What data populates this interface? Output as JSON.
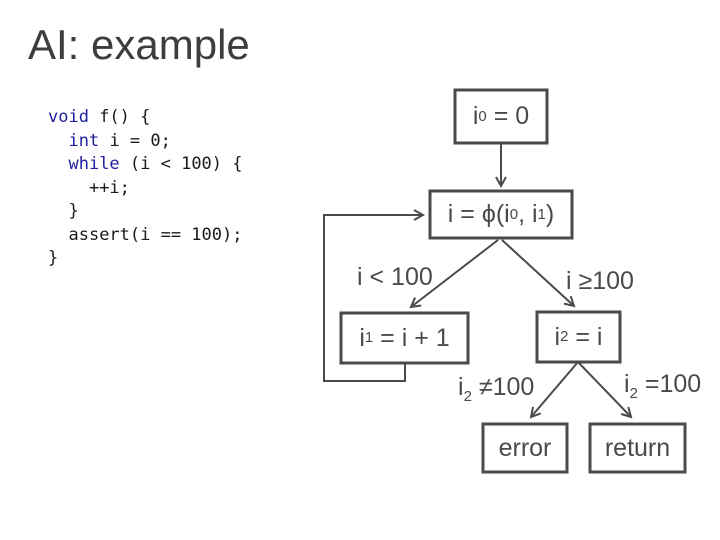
{
  "slide": {
    "title": "AI: example"
  },
  "colors": {
    "title": "#3d3d3d",
    "code_text": "#1a1a1a",
    "keyword": "#1e1e9e",
    "diagram": "#4a4a4a"
  },
  "code": {
    "lines": [
      {
        "pre": "",
        "kw": "void",
        "rest": " f() {"
      },
      {
        "pre": "  ",
        "kw": "int",
        "rest": " i = 0;"
      },
      {
        "pre": "  ",
        "kw": "while",
        "rest": " (i < 100) {"
      },
      {
        "pre": "    ",
        "kw": "",
        "rest": "++i;"
      },
      {
        "pre": "  ",
        "kw": "",
        "rest": "}"
      },
      {
        "pre": "  ",
        "kw": "",
        "rest": "assert(i == 100);"
      },
      {
        "pre": "",
        "kw": "",
        "rest": "}"
      }
    ]
  },
  "diagram": {
    "nodes": {
      "init": {
        "p1": "i",
        "s1": "0",
        "p2": " = 0"
      },
      "phi": {
        "p1": "i = ϕ(i",
        "s1": "0",
        "p2": ", i",
        "s2": "1",
        "p3": ")"
      },
      "inc": {
        "p1": "i",
        "s1": "1",
        "p2": " = i + 1"
      },
      "assign": {
        "p1": "i",
        "s1": "2",
        "p2": " = i"
      },
      "error": {
        "p1": "error"
      },
      "return": {
        "p1": "return"
      }
    },
    "edge_labels": {
      "lt": {
        "p1": "i < 100"
      },
      "ge": {
        "p1": "i ≥100"
      },
      "neq": {
        "p1": "i",
        "s1": "2",
        "p2": " ≠100"
      },
      "eq": {
        "p1": "i",
        "s1": "2",
        "p2": " =100"
      }
    }
  }
}
